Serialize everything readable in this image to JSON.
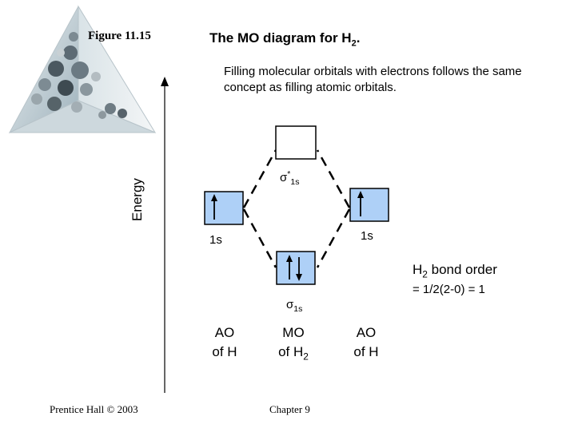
{
  "figure_label": "Figure 11.15",
  "title": {
    "text": "The MO diagram for H",
    "sub": "2",
    "end": "."
  },
  "description": "Filling molecular orbitals with electrons follows the same concept as filling atomic orbitals.",
  "axis": {
    "label": "Energy"
  },
  "orbitals": {
    "sigma_star": {
      "symbol": "σ",
      "sup": "*",
      "sub": "1s"
    },
    "sigma": {
      "symbol": "σ",
      "sub": "1s"
    },
    "ao_left": "1s",
    "ao_right": "1s"
  },
  "columns": {
    "left": {
      "line1": "AO",
      "line2": "of H"
    },
    "middle": {
      "line1": "MO",
      "line2": "of H",
      "sub": "2"
    },
    "right": {
      "line1": "AO",
      "line2": "of H"
    }
  },
  "bond_order": {
    "label_prefix": "H",
    "label_sub": "2",
    "label_rest": " bond order",
    "formula": "= 1/2(2-0) = 1"
  },
  "footer": {
    "left": "Prentice Hall © 2003",
    "right": "Chapter 9"
  },
  "colors": {
    "filled_box": "#aed0f7",
    "box_border": "#000000",
    "line": "#000000"
  }
}
